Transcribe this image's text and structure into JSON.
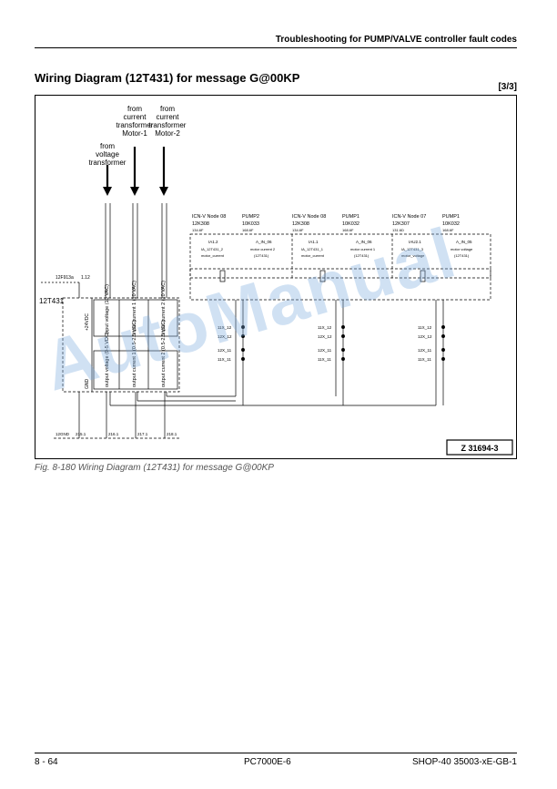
{
  "header": {
    "section": "Troubleshooting for PUMP/VALVE controller fault codes"
  },
  "title": "Wiring Diagram (12T431) for message G@00KP",
  "page_marker": "[3/3]",
  "diagram": {
    "sources": {
      "voltage": [
        "from",
        "voltage",
        "transformer"
      ],
      "current1": [
        "from",
        "current",
        "transformer",
        "Motor-1"
      ],
      "current2": [
        "from",
        "current",
        "transformer",
        "Motor-2"
      ]
    },
    "module": "12T431",
    "pin_ref": "12F913a",
    "pin_ref2": "1.12",
    "module_vert_top": "+24VDC",
    "module_vert_bot": "GND",
    "inputs": [
      "input voltage (10 VAC)",
      "input current 1 (10 VAC)",
      "input current 2 (10 VAC)"
    ],
    "outputs": [
      "output voltage (0-5 VDC)",
      "output current 1 (0.5-2.5 VDC)",
      "output current 2 (0.5-2.5 VDC)"
    ],
    "nodes": [
      {
        "l1": "ICN-V Node 08",
        "l2": "12K308",
        "l3": "134.6F",
        "b1": "IA1.2",
        "b2": "IA_12T431_2",
        "b3": "motor_current"
      },
      {
        "l1": "PUMP2",
        "l2": "10K033",
        "l3": "168.6F",
        "b1": "A_IN_06",
        "b2": "motor current 2",
        "b3": "(12T431)"
      },
      {
        "l1": "ICN-V Node 08",
        "l2": "12K308",
        "l3": "134.6F",
        "b1": "IA1.1",
        "b2": "IA_12T431_1",
        "b3": "motor_current"
      },
      {
        "l1": "PUMP1",
        "l2": "10K032",
        "l3": "168.6F",
        "b1": "A_IN_06",
        "b2": "motor current 1",
        "b3": "(12T431)"
      },
      {
        "l1": "ICN-V Node 07",
        "l2": "12K307",
        "l3": "131.6D",
        "b1": "IAU2.1",
        "b2": "IA_12T431_3",
        "b3": "motor_voltage"
      },
      {
        "l1": "PUMP1",
        "l2": "10K032",
        "l3": "168.6F",
        "b1": "A_IN_05",
        "b2": "motor voltage",
        "b3": "(12T431)"
      }
    ],
    "terminals": {
      "t11x": "11X_12",
      "t12x": "12X_12",
      "t12x11": "12X_11",
      "t11x11": "11X_11",
      "gnd": "12GND",
      "gnd_ref": "215.1",
      "ref1": "216.1",
      "ref2": "217.1",
      "ref3": "218.1"
    },
    "drawing_id": "Z 31694-3"
  },
  "caption": "Fig. 8-180     Wiring Diagram (12T431) for message G@00KP",
  "footer": {
    "left": "8  - 64",
    "center": "PC7000E-6",
    "right": "SHOP-40 35003-xE-GB-1"
  },
  "watermark": "AutoManual"
}
